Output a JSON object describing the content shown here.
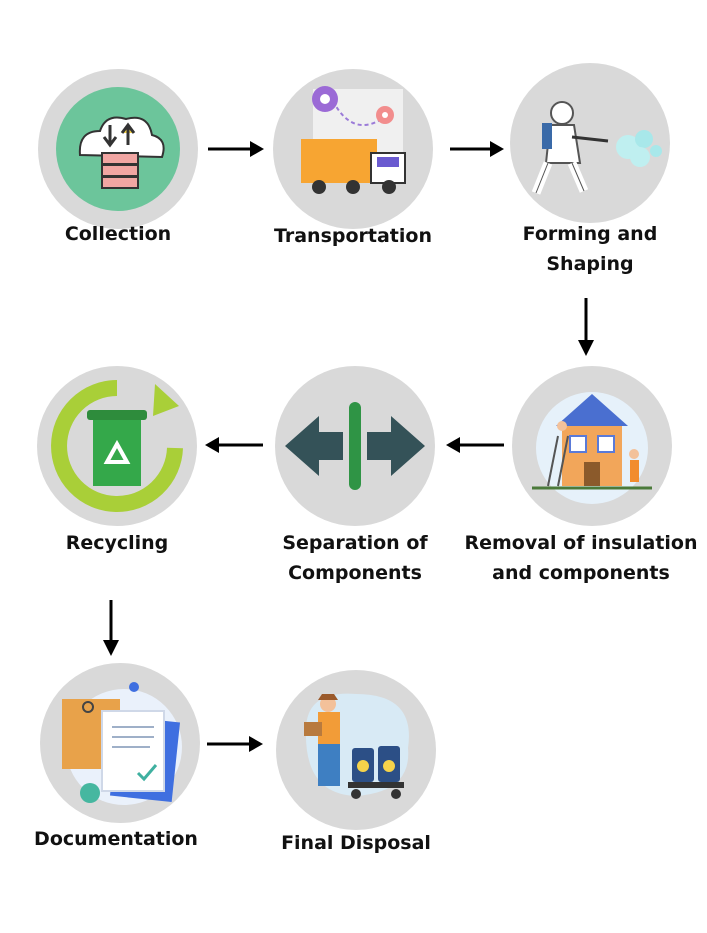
{
  "steps": [
    {
      "label": "Collection",
      "icon": "cloud-server-icon"
    },
    {
      "label": "Transportation",
      "icon": "truck-map-icon"
    },
    {
      "label": "Forming and\nShaping",
      "icon": "spray-worker-icon"
    },
    {
      "label": "Removal of insulation\nand components",
      "icon": "house-repair-icon"
    },
    {
      "label": "Separation of\nComponents",
      "icon": "split-arrows-icon"
    },
    {
      "label": "Recycling",
      "icon": "recycle-bin-icon"
    },
    {
      "label": "Documentation",
      "icon": "documents-icon"
    },
    {
      "label": "Final Disposal",
      "icon": "worker-barrels-icon"
    }
  ],
  "colors": {
    "circle": "#d9d9d9",
    "arrow": "#000000",
    "text": "#111111"
  }
}
